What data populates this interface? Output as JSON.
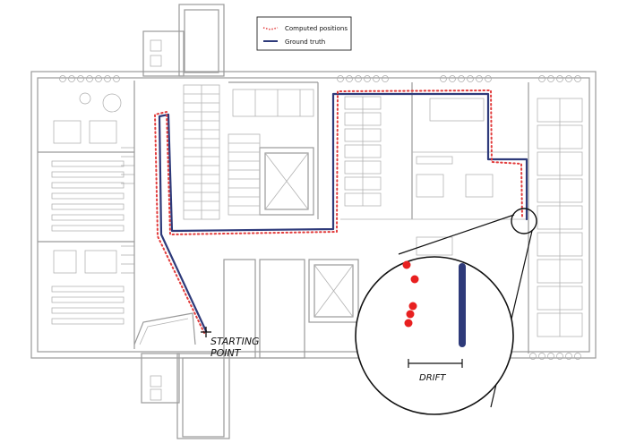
{
  "legend": {
    "items": [
      {
        "label": "Computed positions",
        "color": "#e23b3b",
        "style": "dotted"
      },
      {
        "label": "Ground truth",
        "color": "#2e3a7a",
        "style": "solid"
      }
    ]
  },
  "annotations": {
    "start_line1": "STARTING",
    "start_line2": "POINT",
    "drift": "DRIFT"
  },
  "colors": {
    "computed": "#e23b3b",
    "ground_truth": "#2e3a7a",
    "walls": "#9a9a9a"
  }
}
